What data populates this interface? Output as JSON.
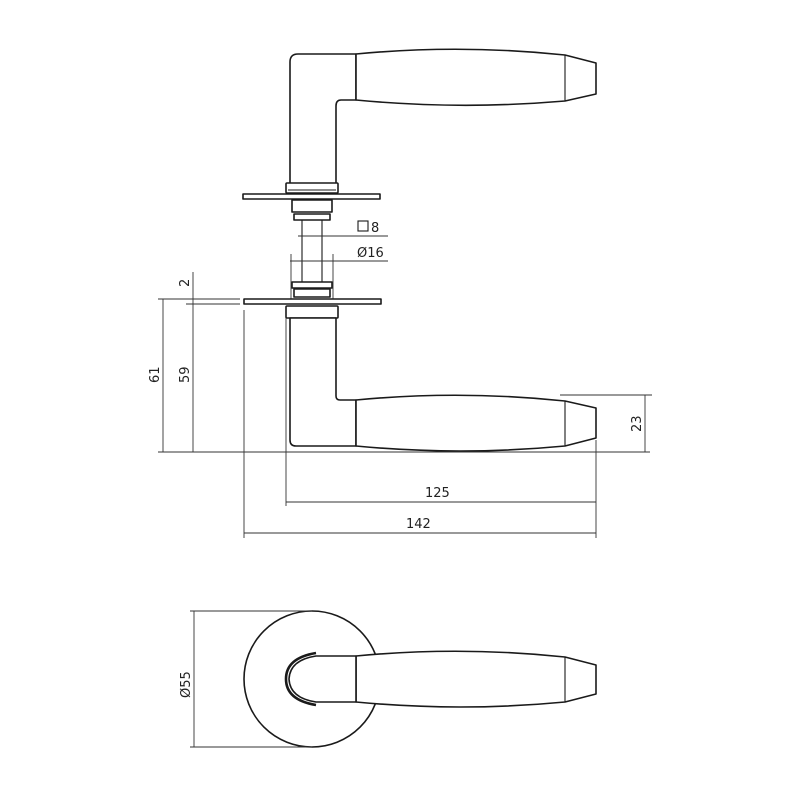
{
  "drawing": {
    "title": "Door lever handle on round rose — technical dimension drawing",
    "views": [
      "top-lever-side-view",
      "bottom-lever-side-view",
      "front-view-on-rose"
    ],
    "colors": {
      "line": "#1a1a1a",
      "dimension": "#333333",
      "background": "#ffffff"
    }
  },
  "dimensions": {
    "spindle_square": "□8",
    "spindle_square_symbol": "□",
    "spindle_square_value": "8",
    "bush_diameter": "Ø16",
    "rose_thickness": "2",
    "height_total": "61",
    "height_lever": "59",
    "lever_thickness": "23",
    "lever_reach": "125",
    "overall_length": "142",
    "rose_diameter": "Ø55"
  }
}
